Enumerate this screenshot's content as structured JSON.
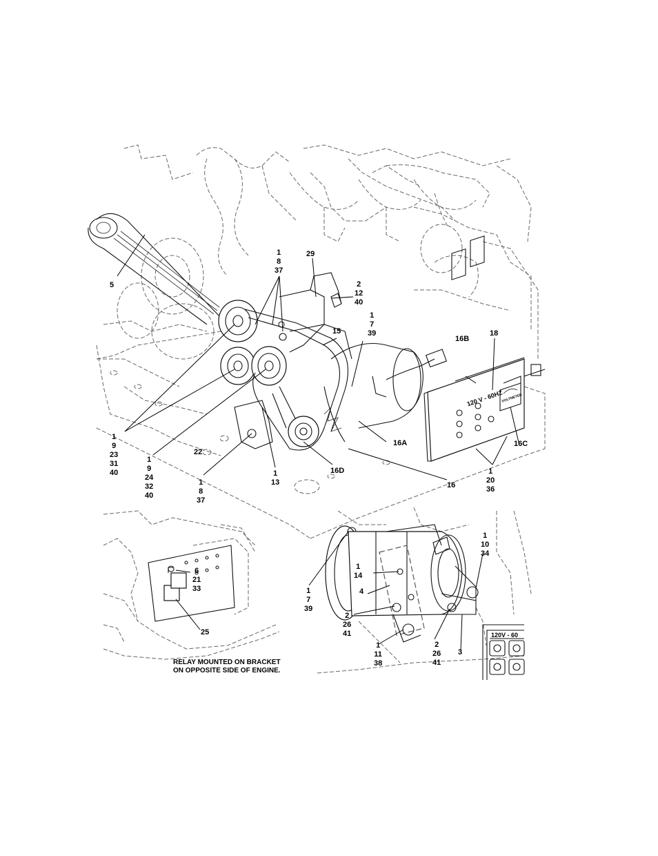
{
  "callouts": {
    "c5": [
      "5"
    ],
    "c29": [
      "29"
    ],
    "c1_8_37_top": [
      "1",
      "8",
      "37"
    ],
    "c2_12_40": [
      "2",
      "12",
      "40"
    ],
    "c1_7_39_top": [
      "1",
      "7",
      "39"
    ],
    "c15": [
      "15"
    ],
    "c16B": [
      "16B"
    ],
    "c18": [
      "18"
    ],
    "c16A": [
      "16A"
    ],
    "c16C": [
      "16C"
    ],
    "c16D": [
      "16D"
    ],
    "c16": [
      "16"
    ],
    "c1_20_36": [
      "1",
      "20",
      "36"
    ],
    "c1_9_23_31_40": [
      "1",
      "9",
      "23",
      "31",
      "40"
    ],
    "c1_9_24_32_40": [
      "1",
      "9",
      "24",
      "32",
      "40"
    ],
    "c22": [
      "22"
    ],
    "c1_8_37_bot": [
      "1",
      "8",
      "37"
    ],
    "c1_13": [
      "1",
      "13"
    ],
    "c6_21_33": [
      "6",
      "21",
      "33"
    ],
    "c25": [
      "25"
    ],
    "c1_10_34": [
      "1",
      "10",
      "34"
    ],
    "c1_14": [
      "1",
      "14"
    ],
    "c4": [
      "4"
    ],
    "c1_7_39_bot": [
      "1",
      "7",
      "39"
    ],
    "c2_26_41_left": [
      "2",
      "26",
      "41"
    ],
    "c1_11_38": [
      "1",
      "11",
      "38"
    ],
    "c2_26_41_right": [
      "2",
      "26",
      "41"
    ],
    "c3": [
      "3"
    ]
  },
  "relay_note": {
    "line1": "RELAY MOUNTED ON BRACKET",
    "line2": "ON OPPOSITE SIDE OF ENGINE."
  },
  "panel": {
    "label": "120 V - 60HZ",
    "meter_label": "VOLTMETER"
  },
  "inset_panel": {
    "label": "120V - 60"
  }
}
